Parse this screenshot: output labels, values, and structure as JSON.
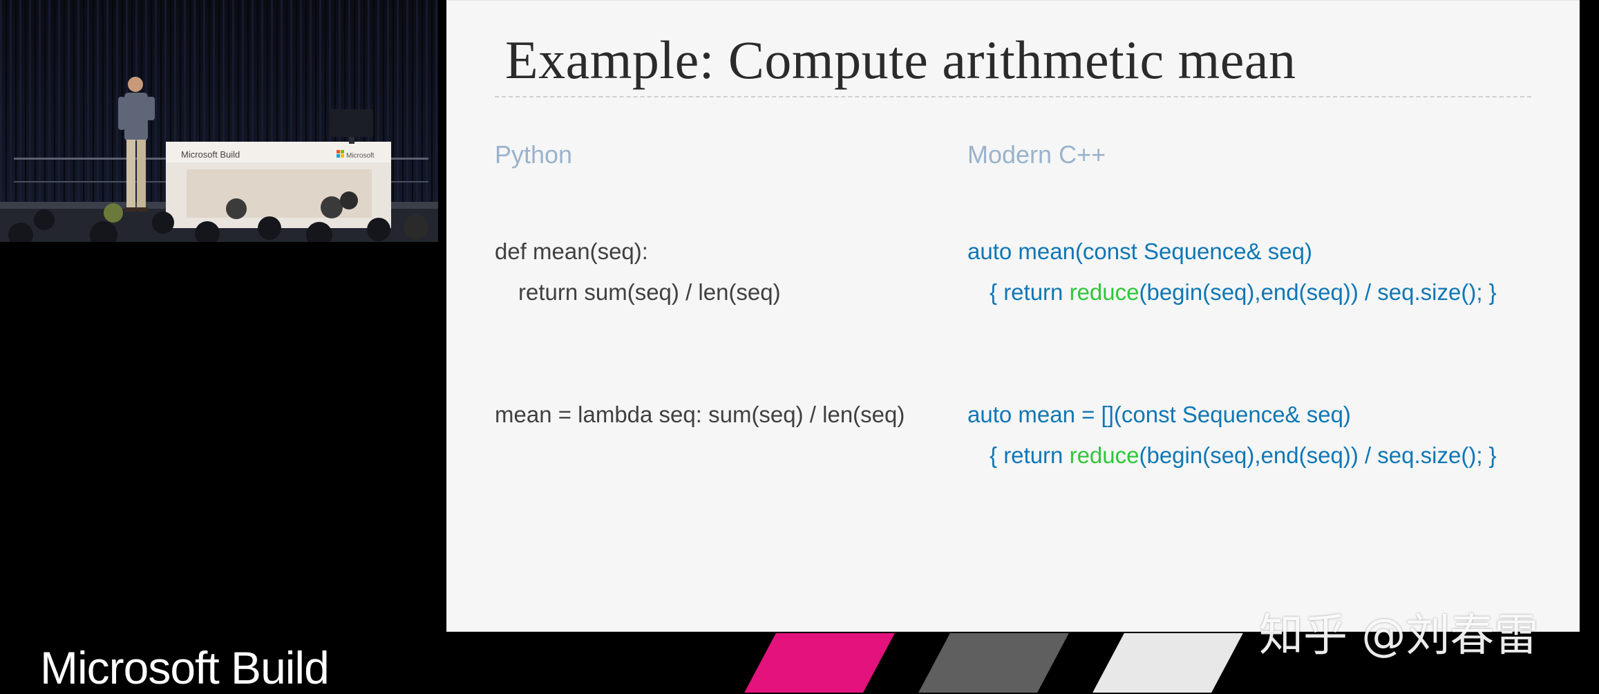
{
  "video": {
    "lectern_label": "Microsoft Build",
    "lectern_brand": "Microsoft"
  },
  "slide": {
    "title": "Example: Compute arithmetic mean",
    "columns": {
      "left_heading": "Python",
      "right_heading": "Modern C++"
    },
    "python": {
      "line1": "def mean(seq):",
      "line2": "return sum(seq) / len(seq)",
      "line3": "mean = lambda seq: sum(seq) / len(seq)"
    },
    "cpp": {
      "fn_signature": "auto mean(const Sequence& seq)",
      "fn_body_open": "{ return ",
      "fn_body_reduce": "reduce",
      "fn_body_rest": "(begin(seq),end(seq)) / seq.size(); }",
      "lambda_signature": "auto mean = [](const Sequence& seq)",
      "lambda_body_open": "{ return ",
      "lambda_body_reduce": "reduce",
      "lambda_body_rest": "(begin(seq),end(seq)) / seq.size(); }"
    }
  },
  "footer": {
    "brand": "Microsoft Build",
    "watermark": "知乎 @刘春雷"
  },
  "colors": {
    "slide_background": "#f6f6f6",
    "heading_blue": "#9ab3cc",
    "cpp_blue": "#0f77b5",
    "reduce_green": "#2ec73a",
    "python_text": "#404040",
    "stripe_pink": "#e3127c",
    "stripe_grey": "#5f5f5f",
    "stripe_light": "#e8e8e8"
  }
}
